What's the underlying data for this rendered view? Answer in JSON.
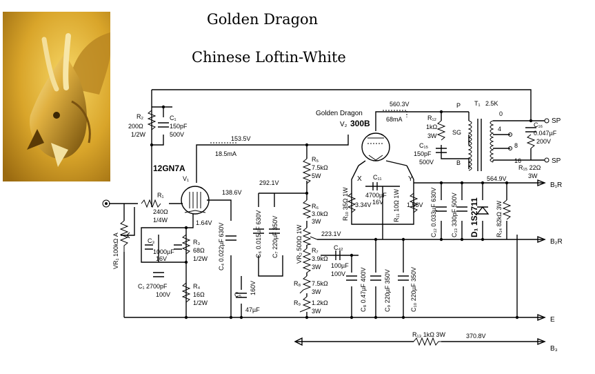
{
  "titles": {
    "line1": "Golden Dragon",
    "line2": "Chinese Loftin-White"
  },
  "image": {
    "subject": "golden-dragon-photo"
  },
  "tubes": {
    "v1_type": "12GN7A",
    "v1_ref": "V₁",
    "v2_brand": "Golden Dragon",
    "v2_ref": "V₂",
    "v2_type": "300B"
  },
  "labels": {
    "r2_ref": "R₂",
    "r2_val": "200Ω",
    "r2_w": "1/2W",
    "c1_ref": "C₁",
    "c1_val": "150pF",
    "c1_v": "500V",
    "v153": "153.5V",
    "ma18": "18.5mA",
    "v560": "560.3V",
    "ma68": "68mA",
    "r1_ref": "R₁",
    "r1_val": "240Ω",
    "r1_w": "1/4W",
    "v138": "138.6V",
    "v164": "1.64V",
    "vr1_a": "VR₁ 100kΩ A",
    "c3_ref": "C₃",
    "c3_val": "1000µF",
    "c3_v": "16V",
    "r3_ref": "R₃",
    "r3_val": "68Ω",
    "r3_w": "1/2W",
    "c1b_ref": "C₁",
    "c1b_val": "2700pF",
    "c1b_v": "100V",
    "r4_ref": "R₄",
    "r4_val": "16Ω",
    "r4_w": "1/2W",
    "c4": "C₄ 0.022µF 630V",
    "c5_ref": "C₅",
    "c5_val": "47µF",
    "c5_v": "160V",
    "c6": "C₆ 0.015µF 630V",
    "c7": "C₇ 220µF 350V",
    "v292": "292.1V",
    "r5_ref": "R₅",
    "r5_val": "7.5kΩ",
    "r5_w": "5W",
    "r6_ref": "R₆",
    "r6_val": "3.0kΩ",
    "r6_w": "3W",
    "vr2": "VR₂ 500Ω 1W",
    "v223": "223.1V",
    "r7_ref": "R₇",
    "r7_val": "3.9kΩ",
    "r7_w": "3W",
    "r8_ref": "R₈",
    "r8_val": "7.5kΩ",
    "r8_w": "3W",
    "r9_ref": "R₉",
    "r9_val": "1.2kΩ",
    "r9_w": "3W",
    "c42_ref": "C₄₂",
    "c42_val": "100µF",
    "c42_v": "100V",
    "c8": "C₈ 0.47µF 400V",
    "c9": "C₉ 220µF 350V",
    "c10": "C₁₀ 220µF 350V",
    "x": "X",
    "y": "Y",
    "c11_ref": "C₁₁",
    "c11_val": "4700µF",
    "c11_v": "16V",
    "r10": "R₁₀ 35Ω 1W",
    "v334": "3.34V",
    "r11": "R₁₁ 10Ω 1W",
    "v158": "1.58V",
    "r12_ref": "R₁₂",
    "r12_val": "1kΩ",
    "r12_w": "3W",
    "c15_ref": "C₁₅",
    "c15_val": "150pF",
    "c15_v": "500V",
    "p": "P",
    "sg": "SG",
    "b": "B",
    "t1": "T₁",
    "t1_val": "2.5K",
    "tap0": "0",
    "tap4": "4",
    "tap8": "8",
    "tap16": "16",
    "sp_top": "SP",
    "sp_bot": "SP",
    "c16_ref": "C₁₆",
    "c16_val": "0.047µF",
    "c16_v": "200V",
    "r15": "R₁₅ 22Ω",
    "r15_w": "3W",
    "c12": "C₁₂ 0.033µF 630V",
    "c13": "C₁₃ 330pF 500V",
    "d1": "D₁ 1S2711",
    "r14": "R₁₄ 82kΩ 3W",
    "v564": "564.9V",
    "b1r": "B₁R",
    "b2r": "B₂R",
    "e": "E",
    "b3": "B₃",
    "r13": "R₁₃ 1kΩ 3W",
    "v370": "370.8V"
  }
}
